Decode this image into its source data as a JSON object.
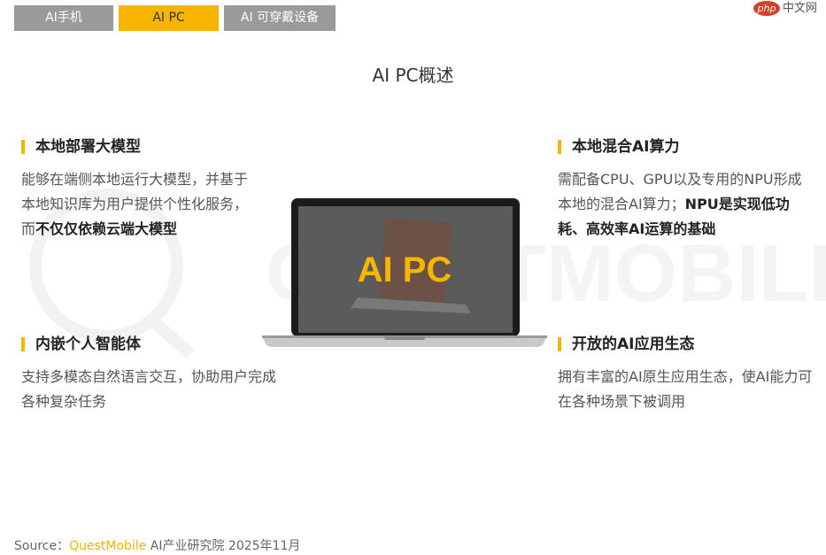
{
  "tabs": [
    {
      "label": "AI手机"
    },
    {
      "label": "AI PC"
    },
    {
      "label": "AI 可穿戴设备"
    }
  ],
  "watermark": {
    "php_badge": "php",
    "php_text": "中文网",
    "brand": "QUESTMOBILE"
  },
  "page_title": "AI PC概述",
  "laptop": {
    "label": "AI PC"
  },
  "blocks": {
    "local_model": {
      "heading": "本地部署大模型",
      "text_plain": "能够在端侧本地运行大模型，并基于本地知识库为用户提供个性化服务，而",
      "text_bold": "不仅仅依赖云端大模型"
    },
    "agent": {
      "heading": "内嵌个人智能体",
      "text_plain": "支持多模态自然语言交互，协助用户完成各种复杂任务"
    },
    "hybrid": {
      "heading": "本地混合AI算力",
      "text_plain": "需配备CPU、GPU以及专用的NPU形成本地的混合AI算力；",
      "text_bold": "NPU是实现低功耗、高效率AI运算的基础"
    },
    "ecosystem": {
      "heading": "开放的AI应用生态",
      "text_plain": "拥有丰富的AI原生应用生态，使AI能力可在各种场景下被调用"
    }
  },
  "source": {
    "prefix": "Source：",
    "brand": "QuestMobile",
    "suffix": "AI产业研究院 2025年11月"
  },
  "colors": {
    "accent": "#f6b500",
    "tab_inactive": "#9a9a9a"
  }
}
